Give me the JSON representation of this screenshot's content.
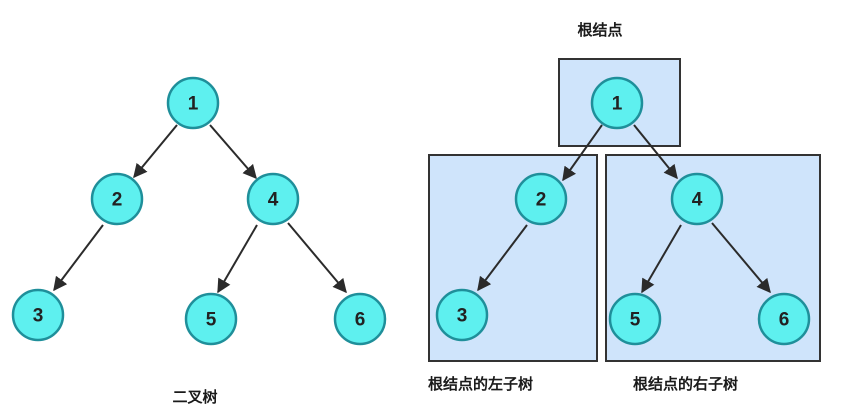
{
  "left_tree": {
    "caption": "二叉树",
    "nodes": [
      "1",
      "2",
      "4",
      "3",
      "5",
      "6"
    ]
  },
  "right_tree": {
    "root_caption": "根结点",
    "left_subtree_caption": "根结点的左子树",
    "right_subtree_caption": "根结点的右子树",
    "nodes": [
      "1",
      "2",
      "4",
      "3",
      "5",
      "6"
    ]
  },
  "colors": {
    "node_fill": "#5ef0ef",
    "node_stroke": "#1f8f9a",
    "panel_fill": "#cfe4fb",
    "edge": "#2b2b2b"
  }
}
